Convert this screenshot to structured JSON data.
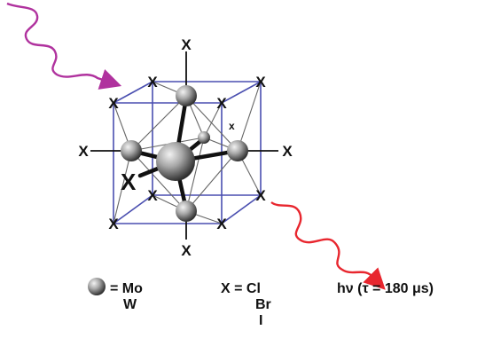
{
  "cluster": {
    "vertex_label": "X",
    "apex_label": "X",
    "small_label": "x",
    "bold_label": "X"
  },
  "legend": {
    "metal_eq": "= Mo",
    "metal_alt": "W",
    "halide_eq": "X = Cl",
    "halide_br": "Br",
    "halide_i": "I",
    "emission": "hν (τ = 180 μs)"
  },
  "colors": {
    "cube_edge": "#4a4fb0",
    "incoming_wave": "#b0329e",
    "outgoing_wave": "#e8262e",
    "bond": "#111111",
    "inner_edge": "#666666",
    "sphere_dark": "#2e2e2e",
    "sphere_light": "#f2f2f2"
  },
  "icons": {
    "incoming": "squiggly-arrow-purple",
    "outgoing": "squiggly-arrow-red",
    "metal_atom": "gray-sphere"
  }
}
